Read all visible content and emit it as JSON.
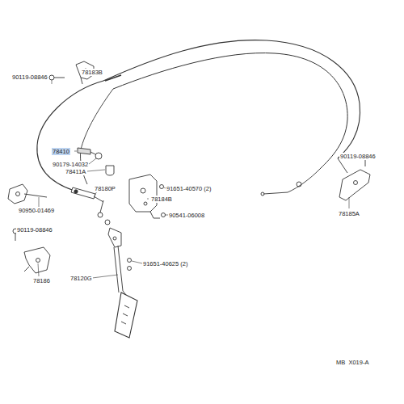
{
  "diagram": {
    "labels": [
      "90119-08846",
      "78183B",
      "78410",
      "90179-14032",
      "78411A",
      "78180P",
      "90950-01469",
      "90119-08846",
      "78186",
      "91651-40570 (2)",
      "78184B",
      "90541-06008",
      "91651-40625 (2)",
      "78120G",
      "90119-08846",
      "78185A",
      "MB  X019-A"
    ]
  }
}
